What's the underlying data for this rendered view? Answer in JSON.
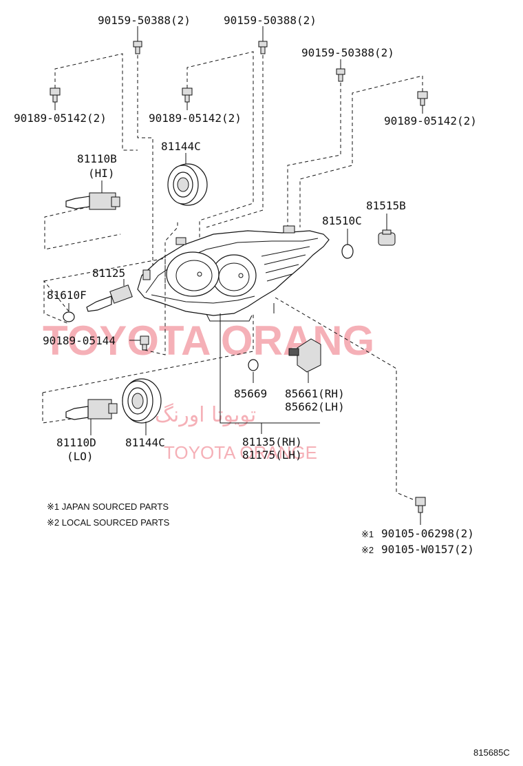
{
  "watermark": {
    "brand": "TOYOTA ORANG",
    "persian": "تویوتا اورنگ",
    "sub": "TOYOTA ORANGE"
  },
  "labels": {
    "bolt_top_left": "90159-50388(2)",
    "bolt_top_mid": "90159-50388(2)",
    "bolt_right": "90159-50388(2)",
    "clip_left": "90189-05142(2)",
    "clip_mid": "90189-05142(2)",
    "clip_right": "90189-05142(2)",
    "bulb_hi": "81110B",
    "bulb_hi_sub": "(HI)",
    "cover_top": "81144C",
    "bulb_socket_81515b": "81515B",
    "bulb_81510c": "81510C",
    "socket_81125": "81125",
    "bulb_81610f": "81610F",
    "clip_90189_05144": "90189-05144",
    "oring_85669": "85669",
    "actuator_rh": "85661(RH)",
    "actuator_lh": "85662(LH)",
    "bulb_lo": "81110D",
    "bulb_lo_sub": "(LO)",
    "cover_bottom": "81144C",
    "headlamp_rh": "81135(RH)",
    "headlamp_lh": "81175(LH)",
    "note1": "※1 JAPAN SOURCED PARTS",
    "note2": "※2 LOCAL SOURCED PARTS",
    "screw1_mark": "※1",
    "screw1_pn": "90105-06298(2)",
    "screw2_mark": "※2",
    "screw2_pn": "90105-W0157(2)",
    "diagram_code": "815685C"
  }
}
